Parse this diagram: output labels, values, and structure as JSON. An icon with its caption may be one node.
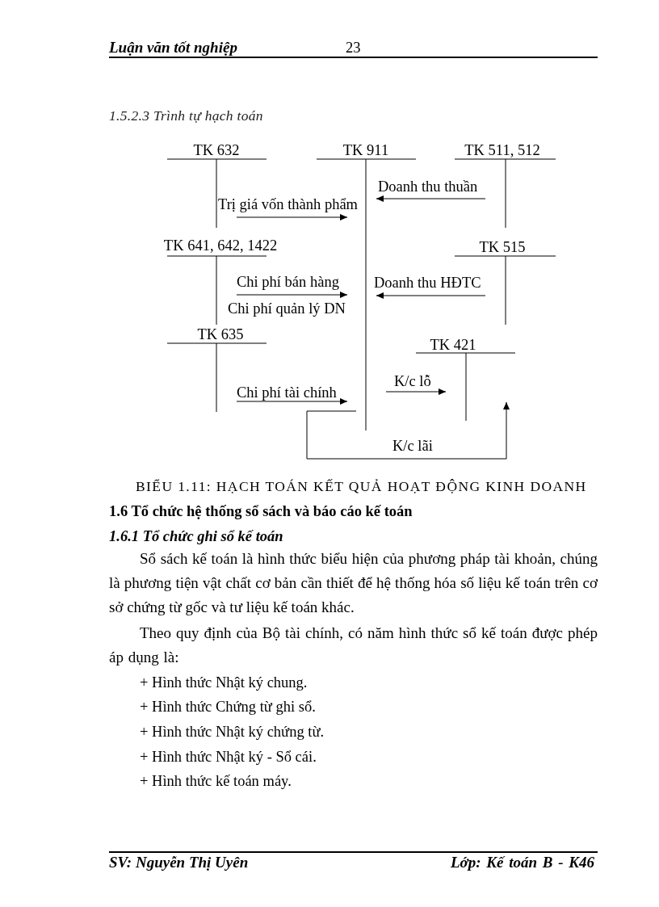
{
  "diagram": {
    "title": "1.5.2.3 Trình tự hạch toán",
    "caption": "BIỂU 1.11: HẠCH TOÁN KẾT QUẢ HOẠT ĐỘNG KINH DOANH",
    "nodes": [
      {
        "text": [
          "TK 632"
        ]
      },
      {
        "text": [
          "TK 911"
        ]
      },
      {
        "text": [
          "TK 511, 512"
        ]
      },
      {
        "text": [
          "TK 641, 642, 1422"
        ]
      },
      {
        "text": [
          "TK 515"
        ]
      },
      {
        "text": [
          "TK 635"
        ]
      },
      {
        "text": [
          "TK 421"
        ]
      }
    ],
    "edges": [
      {
        "from": 0,
        "to": 1,
        "arrow": "to",
        "label": "Trị giá vốn thành phẩm"
      },
      {
        "from": 2,
        "to": 1,
        "arrow": "to",
        "label": "Doanh thu thuần"
      },
      {
        "from": 3,
        "to": 1,
        "arrow": "to",
        "label": "Chi phí bán hàng"
      },
      {
        "from": 4,
        "to": 1,
        "arrow": "to",
        "label": "Doanh thu HĐTC"
      },
      {
        "from": 5,
        "to": 1,
        "arrow": "to",
        "label": "Chi phí tài chính"
      },
      {
        "from": 1,
        "to": 6,
        "arrow": "to",
        "label": "K/c lỗ"
      },
      {
        "from": 1,
        "to": 6,
        "arrow": "to",
        "label": "K/c lãi"
      }
    ],
    "labels": [
      "Luận văn tốt nghiệp",
      "23",
      "Chi phí quản lý DN",
      "1.6 Tổ chức hệ thống sổ sách và báo cáo kế toán",
      "1.6.1 Tổ chức ghi sổ kế toán",
      "Sổ sách kế toán là hình thức biểu hiện của phương pháp tài khoản, chúng là phương tiện vật chất cơ bản cần thiết để hệ thống hóa số liệu kế toán trên cơ sở chứng từ gốc và tư liệu kế toán khác.",
      "Theo quy định của Bộ tài chính, có năm hình thức sổ kế toán được phép áp dụng là:",
      "+ Hình thức Nhật ký chung.",
      "+ Hình thức Chứng từ ghi sổ.",
      "+ Hình thức Nhật ký chứng từ.",
      "+ Hình thức Nhật ký - Sổ cái.",
      "+ Hình thức kế toán máy.",
      "SV: Nguyễn Thị Uyên",
      "Lớp: Kế toán B - K46"
    ]
  }
}
